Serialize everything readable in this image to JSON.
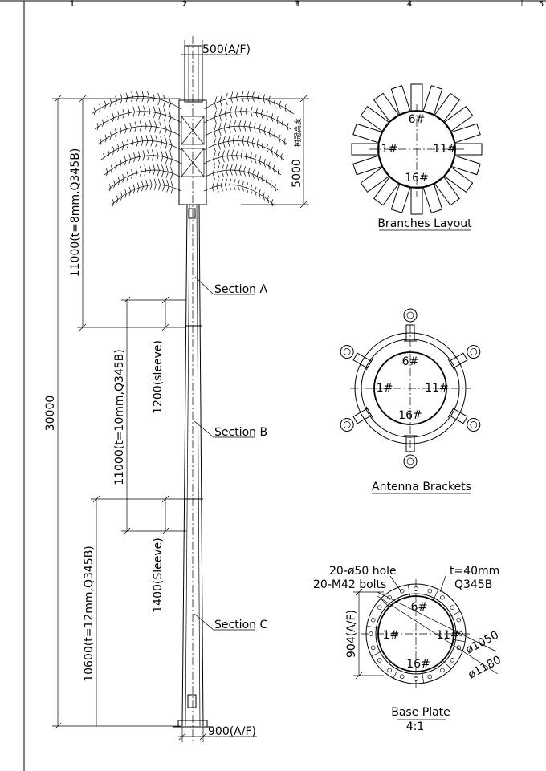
{
  "grid_labels": [
    "1",
    "2",
    "3",
    "4",
    "5"
  ],
  "pole": {
    "top_flat": "500(A/F)",
    "bottom_flat": "900(A/F)",
    "crown_height": "5000",
    "crown_note_cn": "树冠高度",
    "section_a_length": "11000(t=8mm,Q345B)",
    "section_b_length": "11000(t=10mm,Q345B)",
    "section_c_length": "10600(t=12mm,Q345B)",
    "total_height": "30000",
    "sleeve_1": "1200(sleeve)",
    "sleeve_2": "1400(Sleeve)",
    "section_a": "Section A",
    "section_b": "Section B",
    "section_c": "Section C"
  },
  "views": {
    "branches": {
      "title": "Branches Layout",
      "marks": [
        "6#",
        "1#",
        "11#",
        "16#"
      ]
    },
    "antenna": {
      "title": "Antenna Brackets",
      "marks": [
        "6#",
        "1#",
        "11#",
        "16#"
      ]
    },
    "base": {
      "title": "Base Plate",
      "scale": "4:1",
      "hole_note": "20-ø50 hole",
      "bolt_note": "20-M42 bolts",
      "thickness": "t=40mm",
      "material": "Q345B",
      "flat_dim": "904(A/F)",
      "dia_1": "ø1050",
      "dia_2": "ø1180",
      "marks": [
        "6#",
        "1#",
        "11#",
        "16#"
      ]
    }
  }
}
